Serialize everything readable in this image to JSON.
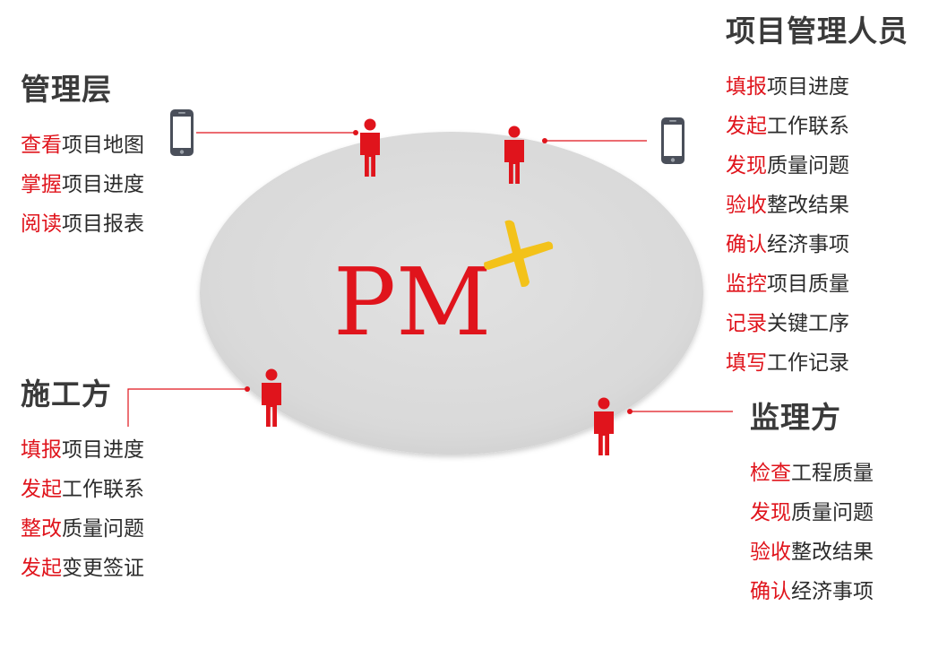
{
  "center": {
    "logo_text": "PM",
    "plus_symbol": "+"
  },
  "groups": {
    "management": {
      "title": "管理层",
      "items": [
        {
          "verb": "查看",
          "obj": "项目地图"
        },
        {
          "verb": "掌握",
          "obj": "项目进度"
        },
        {
          "verb": "阅读",
          "obj": "项目报表"
        }
      ]
    },
    "project_manager": {
      "title": "项目管理人员",
      "items": [
        {
          "verb": "填报",
          "obj": "项目进度"
        },
        {
          "verb": "发起",
          "obj": "工作联系"
        },
        {
          "verb": "发现",
          "obj": "质量问题"
        },
        {
          "verb": "验收",
          "obj": "整改结果"
        },
        {
          "verb": "确认",
          "obj": "经济事项"
        },
        {
          "verb": "监控",
          "obj": "项目质量"
        },
        {
          "verb": "记录",
          "obj": "关键工序"
        },
        {
          "verb": "填写",
          "obj": "工作记录"
        }
      ]
    },
    "construction": {
      "title": "施工方",
      "items": [
        {
          "verb": "填报",
          "obj": "项目进度"
        },
        {
          "verb": "发起",
          "obj": "工作联系"
        },
        {
          "verb": "整改",
          "obj": "质量问题"
        },
        {
          "verb": "发起",
          "obj": "变更签证"
        }
      ]
    },
    "supervision": {
      "title": "监理方",
      "items": [
        {
          "verb": "检查",
          "obj": "工程质量"
        },
        {
          "verb": "发现",
          "obj": "质量问题"
        },
        {
          "verb": "验收",
          "obj": "整改结果"
        },
        {
          "verb": "确认",
          "obj": "经济事项"
        }
      ]
    }
  },
  "icons": [
    "smartphone-icon",
    "person-icon"
  ],
  "colors": {
    "accent_red": "#e0141c",
    "plus_yellow": "#f3c21a",
    "ellipse_fill": "#dedede",
    "title_gray": "#3a3a3a",
    "text_dark": "#2b2b2b",
    "phone_gray": "#4a4f5a"
  }
}
